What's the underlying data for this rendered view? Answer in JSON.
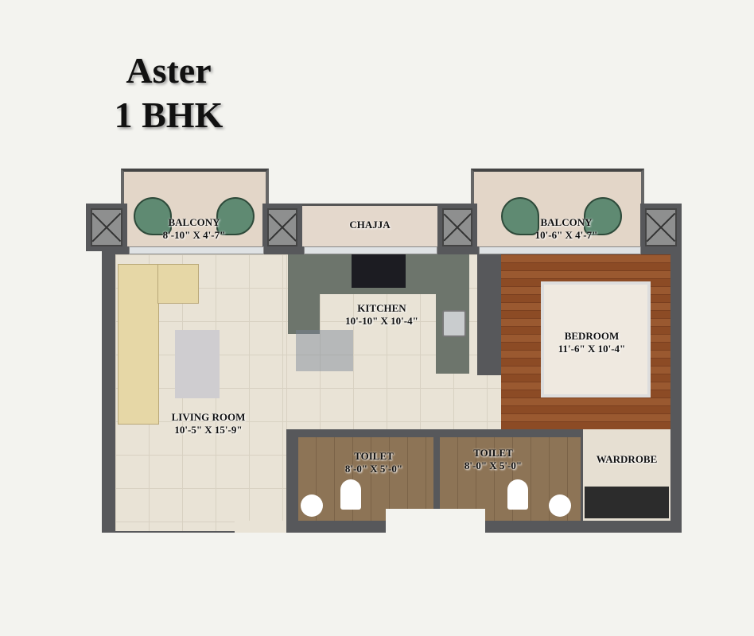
{
  "title": {
    "name": "Aster",
    "type": "1 BHK"
  },
  "rooms": {
    "balcony1": {
      "label": "BALCONY",
      "size": "8'-10\" X 4'-7\""
    },
    "chajja": {
      "label": "CHAJJA"
    },
    "balcony2": {
      "label": "BALCONY",
      "size": "10'-6\" X 4'-7\""
    },
    "kitchen": {
      "label": "KITCHEN",
      "size": "10'-10\" X 10'-4\""
    },
    "bedroom": {
      "label": "BEDROOM",
      "size": "11'-6\" X 10'-4\""
    },
    "living": {
      "label": "LIVING ROOM",
      "size": "10'-5\" X 15'-9\""
    },
    "toilet1": {
      "label": "TOILET",
      "size": "8'-0\" X 5'-0\""
    },
    "toilet2": {
      "label": "TOILET",
      "size": "8'-0\" X 5'-0\""
    },
    "wardrobe": {
      "label": "WARDROBE"
    }
  }
}
